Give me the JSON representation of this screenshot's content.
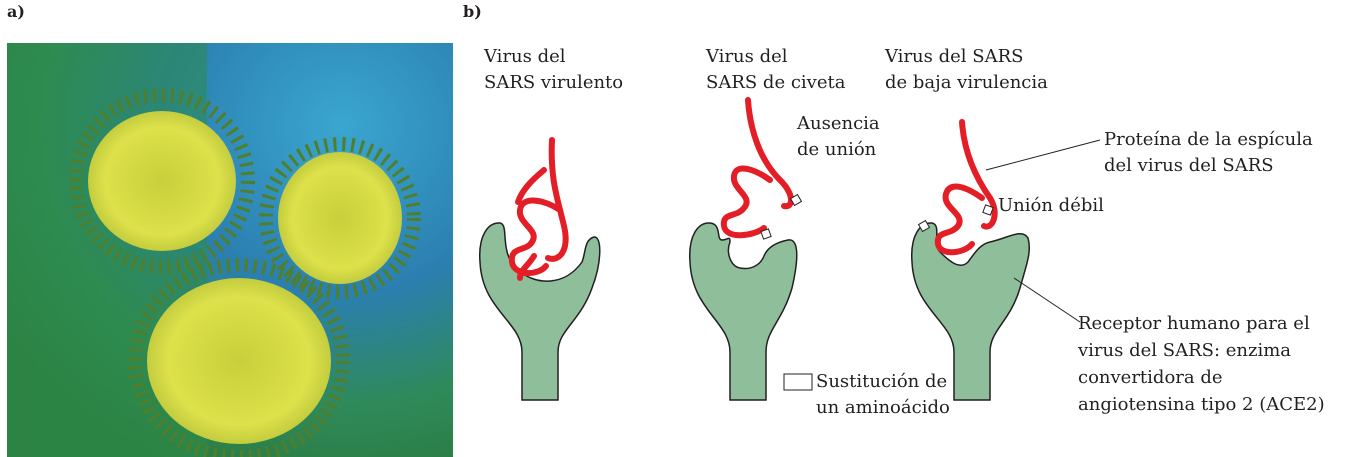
{
  "panels": {
    "a_label": "a)",
    "b_label": "b)"
  },
  "columns": [
    {
      "title_line1": "Virus del",
      "title_line2": "SARS virulento"
    },
    {
      "title_line1": "Virus del",
      "title_line2": "SARS de civeta"
    },
    {
      "title_line1": "Virus del SARS",
      "title_line2": "de baja virulencia"
    }
  ],
  "annotations": {
    "no_binding_line1": "Ausencia",
    "no_binding_line2": "de unión",
    "weak_binding": "Unión débil",
    "spike_line1": "Proteína de la espícula",
    "spike_line2": "del virus del SARS",
    "receptor_line1": "Receptor humano para el",
    "receptor_line2": "virus del SARS: enzima",
    "receptor_line3": "convertidora de",
    "receptor_line4": "angiotensina tipo 2 (ACE2)"
  },
  "legend": {
    "line1": "Sustitución de",
    "line2": "un aminoácido"
  },
  "colors": {
    "spike": "#e41e26",
    "receptor": "#8fbe9a",
    "receptor_outline": "#231f20",
    "virus_body": "#d8dc3c",
    "background_green": "#2f8a4a",
    "background_blue": "#2b7fb0"
  }
}
